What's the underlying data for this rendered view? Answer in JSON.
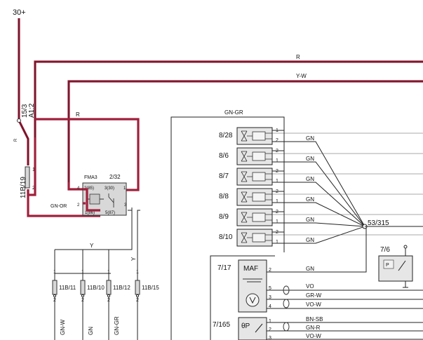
{
  "supply": {
    "label": "30+"
  },
  "cuts": {
    "a": "15/3",
    "b": "A1:2"
  },
  "fuse_left": {
    "label": "11B/19",
    "pin_top": "1",
    "pin_bot": "2",
    "wire": "R"
  },
  "top_wires": {
    "r": "R",
    "yw": "Y-W"
  },
  "relay": {
    "name": "FMA3",
    "ref": "2/32",
    "pins": {
      "p4": "4",
      "p85": "2(85)",
      "p30": "3(30)",
      "p1": "1",
      "p2": "2",
      "p86": "1(86)",
      "p87": "5(87)",
      "p3": "3"
    },
    "wire_r": "R",
    "wire_in": "GN-OR"
  },
  "bus": {
    "label": "GN-GR"
  },
  "injectors": [
    {
      "ref": "8/28",
      "pin_a": "1",
      "pin_b": "2",
      "wire": "GN"
    },
    {
      "ref": "8/6",
      "pin_a": "2",
      "pin_b": "1",
      "wire": "GN"
    },
    {
      "ref": "8/7",
      "pin_a": "2",
      "pin_b": "1",
      "wire": "GN"
    },
    {
      "ref": "8/8",
      "pin_a": "2",
      "pin_b": "1",
      "wire": "GN"
    },
    {
      "ref": "8/9",
      "pin_a": "2",
      "pin_b": "1",
      "wire": "GN"
    },
    {
      "ref": "8/10",
      "pin_a": "2",
      "pin_b": "1",
      "wire": "GN"
    }
  ],
  "junction": {
    "label": "53/315"
  },
  "ground": {
    "ref": "7/6",
    "letter": "P"
  },
  "maf": {
    "ref": "7/17",
    "name": "MAF",
    "pins": [
      "2",
      "5",
      "3",
      "4"
    ],
    "wires": [
      "GN",
      "VO",
      "GR-W",
      "VO-W"
    ]
  },
  "sensor": {
    "ref": "7/165",
    "symbol": "θP",
    "pins": [
      "1",
      "2",
      "3"
    ],
    "wires": [
      "BN-SB",
      "GN-R",
      "VO-W"
    ]
  },
  "bottom": {
    "trunk": "Y",
    "fuses": [
      {
        "label": "11B/11",
        "pin_top": "1",
        "pin_bot": "2",
        "wire": "GN-W"
      },
      {
        "label": "11B/10",
        "pin_top": "1",
        "pin_bot": "2",
        "wire": "GN"
      },
      {
        "label": "11B/12",
        "pin_top": "1",
        "pin_bot": "2",
        "wire": "GN-GR"
      },
      {
        "label": "11B/15",
        "pin_top": "1",
        "pin_bot": "2",
        "wire": ""
      }
    ]
  }
}
